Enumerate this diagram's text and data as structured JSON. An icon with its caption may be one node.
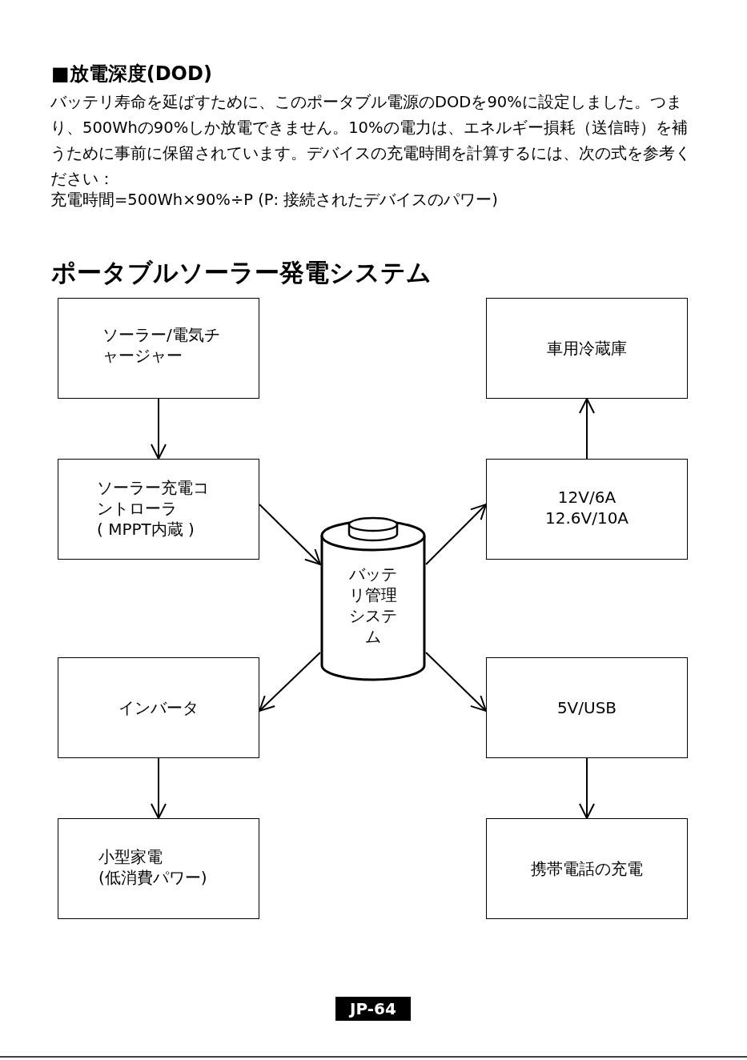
{
  "diagram": {
    "title": "ポータブルソーラー発電システム",
    "nodes": [
      {
        "text": [
          "ソーラー/電気チャージャー"
        ]
      },
      {
        "text": [
          "ソーラー充電コントローラ",
          "( MPPT内蔵 )"
        ]
      },
      {
        "text": [
          "バッテリ管理システム"
        ]
      },
      {
        "text": [
          "インバータ"
        ]
      },
      {
        "text": [
          "小型家電",
          "(低消費パワー)"
        ]
      },
      {
        "text": [
          "車用冷蔵庫"
        ]
      },
      {
        "text": [
          "12V/6A",
          "12.6V/10A"
        ]
      },
      {
        "text": [
          "5V/USB"
        ]
      },
      {
        "text": [
          "携帯電話の充電"
        ]
      }
    ],
    "edges": [
      {
        "from": 0,
        "to": 1,
        "arrow": "to"
      },
      {
        "from": 1,
        "to": 2,
        "arrow": "to"
      },
      {
        "from": 2,
        "to": 3,
        "arrow": "to"
      },
      {
        "from": 3,
        "to": 4,
        "arrow": "to"
      },
      {
        "from": 2,
        "to": 6,
        "arrow": "to"
      },
      {
        "from": 6,
        "to": 5,
        "arrow": "to"
      },
      {
        "from": 2,
        "to": 7,
        "arrow": "to"
      },
      {
        "from": 7,
        "to": 8,
        "arrow": "to"
      }
    ],
    "labels": [
      "■放電深度(DOD)",
      "バッテリ寿命を延ばすために、このポータブル電源のDODを90%に設定しました。つまり、500Whの90%しか放電できません。10%の電力は、エネルギー損耗（送信時）を補うために事前に保留されています。デバイスの充電時間を計算するには、次の式を参考ください：",
      "充電時間=500Wh×90%÷P  (P: 接続されたデバイスのパワー)",
      "JP-64"
    ]
  }
}
